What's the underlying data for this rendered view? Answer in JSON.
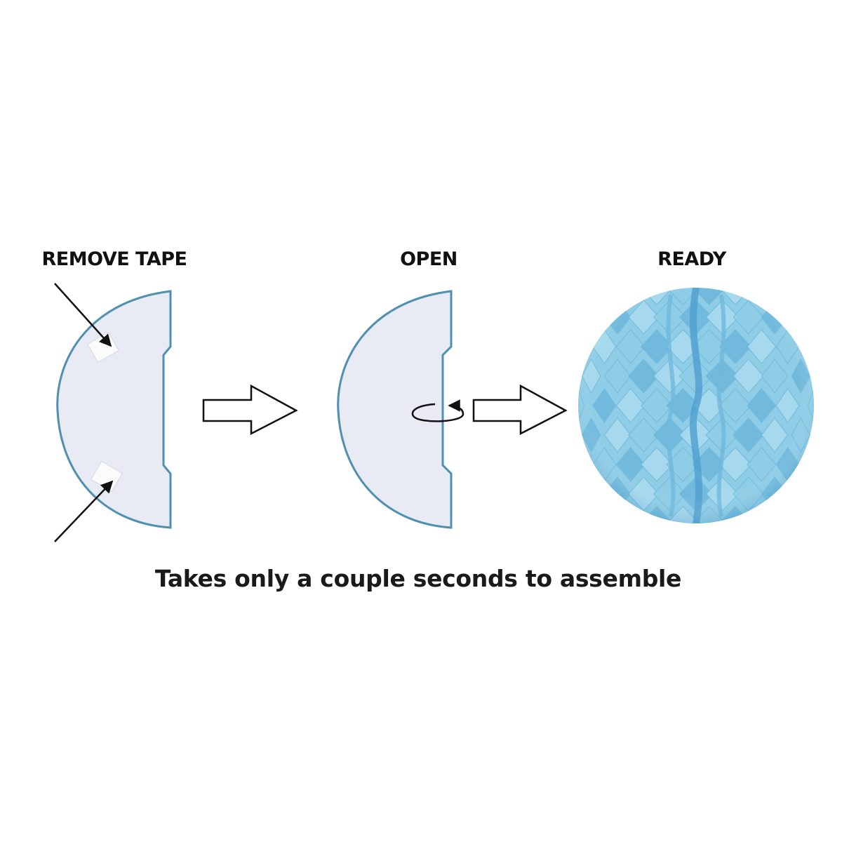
{
  "steps": [
    {
      "label": "REMOVE TAPE"
    },
    {
      "label": "OPEN"
    },
    {
      "label": "READY"
    }
  ],
  "caption": "Takes only a couple seconds to assemble",
  "colors": {
    "half_fill": "#e8eaf4",
    "half_edge": "#4f8fb0",
    "ball_base": "#8fcde6",
    "ball_light": "#a9dbef",
    "ball_dark": "#6fb8dc",
    "ball_deep": "#4f9fd0",
    "tape": "#fbfbfb",
    "ink": "#111111"
  },
  "icons": {
    "step_arrow": "block-arrow-right-icon",
    "rotate": "rotate-arrow-icon",
    "pointer": "pointer-arrow-icon"
  }
}
